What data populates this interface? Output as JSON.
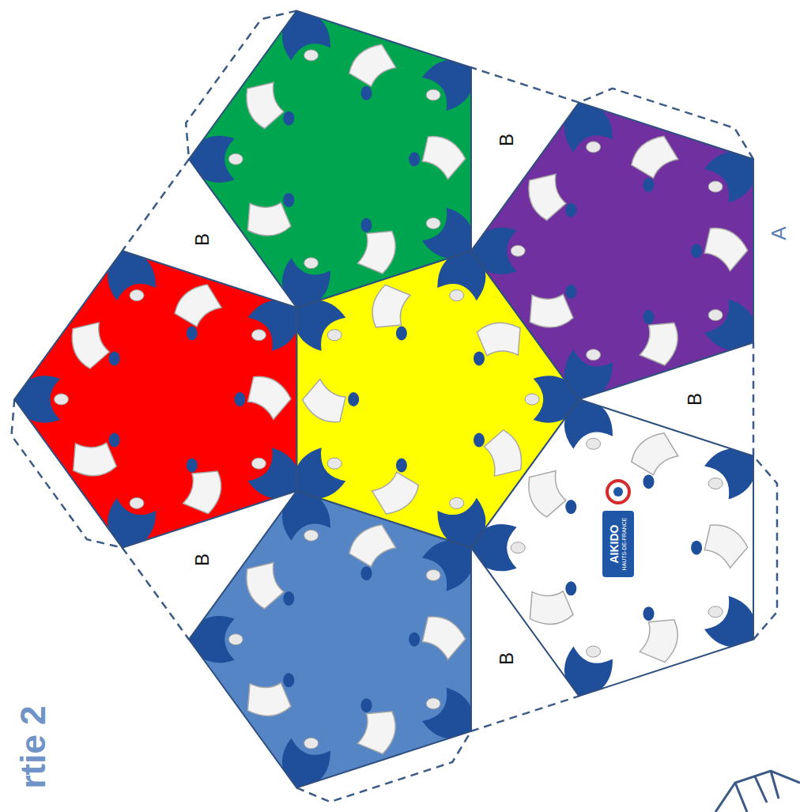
{
  "diagram": {
    "labels": [
      "B",
      "B",
      "B",
      "B",
      "B",
      "A",
      "AIKIDO",
      "HAUTS-DE-FRANCE",
      "rtie 2"
    ]
  }
}
